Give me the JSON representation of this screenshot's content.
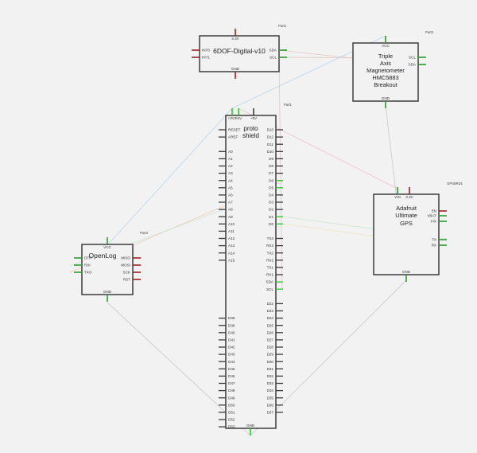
{
  "colors": {
    "background": "#f2f2f2",
    "pin_connected": "#2a9a2a",
    "pin_bright_connected": "#22cc22",
    "pin_unconnected_power": "#a02020",
    "pin_default": "#3c3c3c",
    "wire_pink": "#e8c4c8",
    "wire_blue": "#b8d4ec",
    "wire_orange": "#f0c8b0",
    "wire_green": "#c8e8d4",
    "wire_yellow": "#f2e4c0",
    "wire_gray": "#c8c8c8",
    "wire_tan": "#e0c8bc"
  },
  "parts": {
    "imu": {
      "part_label": "Part2",
      "title": "6DOF-Digital-v10",
      "top_pins": [
        "3.3V"
      ],
      "bottom_pins": [
        "GND"
      ],
      "left_pins": [
        "INT0",
        "INT1"
      ],
      "right_pins": [
        "SDA",
        "SCL"
      ]
    },
    "magnetometer": {
      "part_label": "Part3",
      "title_lines": [
        "Triple",
        "Axis",
        "Magnetometer",
        "HMC5883",
        "Breakout"
      ],
      "top_pins": [
        "VCC"
      ],
      "bottom_pins": [
        "GND"
      ],
      "right_pins": [
        "SCL",
        "SDA"
      ]
    },
    "shield": {
      "part_label": "Part1",
      "title_lines": [
        "proto",
        "shield"
      ],
      "top_pins": [
        "+3V3",
        "+5V",
        "+9V"
      ],
      "bottom_pins": [
        "GND"
      ],
      "left_pins": [
        "RESET",
        "AREF",
        "",
        "A0",
        "A1",
        "A2",
        "A3",
        "A4",
        "A5",
        "A6",
        "A7",
        "A8",
        "A9",
        "A10",
        "A11",
        "A12",
        "A13",
        "A14",
        "A15",
        "",
        "",
        "",
        "",
        "",
        "",
        "",
        "D38",
        "D39",
        "D40",
        "D41",
        "D42",
        "D43",
        "D44",
        "D45",
        "D46",
        "D47",
        "D48",
        "D49",
        "D50",
        "D51",
        "D52",
        "D53"
      ],
      "right_pins": [
        "D13",
        "D12",
        "D11",
        "D10",
        "D9",
        "D8",
        "D7",
        "D6",
        "D5",
        "D4",
        "D3",
        "D2",
        "D1",
        "D0",
        "",
        "TX3",
        "RX3",
        "TX2",
        "RX2",
        "TX1",
        "RX1",
        "SDA",
        "SCL",
        "",
        "D22",
        "D23",
        "D24",
        "D25",
        "D26",
        "D27",
        "D28",
        "D29",
        "D30",
        "D31",
        "D32",
        "D33",
        "D34",
        "D35",
        "D36",
        "D37"
      ]
    },
    "gps": {
      "part_label": "GPSBRD1",
      "title_lines": [
        "Adafruit",
        "Ultimate",
        "GPS"
      ],
      "top_pins": [
        "VIN",
        "3.3V"
      ],
      "bottom_pins": [
        "GND"
      ],
      "right_pins": [
        "EN",
        "VBAT",
        "FIX",
        "",
        "",
        "TX",
        "RX"
      ]
    },
    "openlog": {
      "part_label": "Part4",
      "title": "OpenLog",
      "top_pins": [
        "VCC"
      ],
      "bottom_pins": [
        "GND"
      ],
      "left_pins": [
        "DTR",
        "RXI",
        "TXO"
      ],
      "right_pins": [
        "MISO",
        "MOSI",
        "SCK",
        "RST"
      ]
    }
  },
  "wires": [
    {
      "from": "Part2.SDA",
      "to": "Part3.SDA",
      "color": "pink"
    },
    {
      "from": "Part2.SCL",
      "to": "Part3.SCL",
      "color": "tan"
    },
    {
      "from": "Part2.SCL",
      "to": "Part1.SCL",
      "color": "pink"
    },
    {
      "from": "Part1.+3V3",
      "to": "Part3.VCC",
      "color": "blue"
    },
    {
      "from": "Part1.+5V",
      "to": "GPSBRD1.VIN",
      "color": "pink"
    },
    {
      "from": "Part3.GND",
      "to": "GPSBRD1.GND",
      "color": "gray"
    },
    {
      "from": "Part1.D6",
      "to": "Part4.TXO",
      "color": "orange"
    },
    {
      "from": "Part1.D5",
      "to": "Part4.RXI",
      "color": "green"
    },
    {
      "from": "Part1.D1",
      "to": "GPSBRD1.TX",
      "color": "green"
    },
    {
      "from": "Part1.D0",
      "to": "GPSBRD1.RX",
      "color": "yellow"
    },
    {
      "from": "Part1.+3V3",
      "to": "Part4.VCC",
      "color": "blue"
    },
    {
      "from": "Part4.GND",
      "to": "Part1.GND",
      "color": "gray"
    },
    {
      "from": "GPSBRD1.GND",
      "to": "Part1.GND",
      "color": "gray"
    }
  ]
}
